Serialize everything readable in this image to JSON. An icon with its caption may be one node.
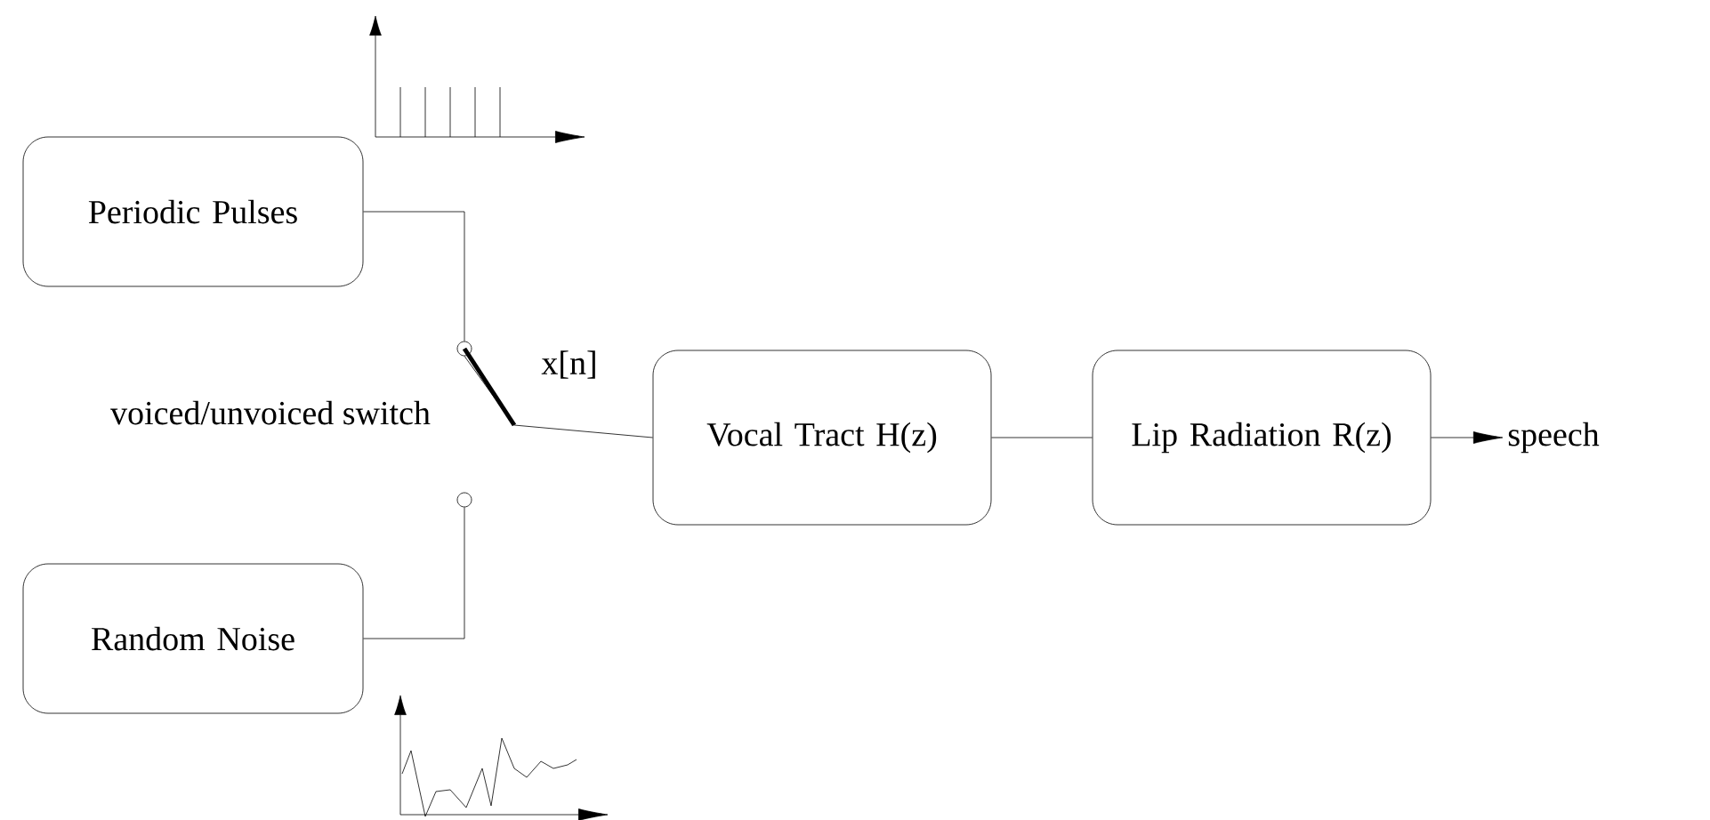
{
  "diagram": {
    "nodes": [
      {
        "text": [
          "Periodic Pulses"
        ]
      },
      {
        "text": [
          "Random Noise"
        ]
      },
      {
        "text": [],
        "shape": "circle"
      },
      {
        "text": [],
        "shape": "circle"
      },
      {
        "text": [
          "Vocal Tract H(z)"
        ]
      },
      {
        "text": [
          "Lip Radiation R(z)"
        ]
      },
      {
        "text": [
          "speech"
        ]
      }
    ],
    "edges": [
      {
        "from": 0,
        "to": 2,
        "arrow": "none"
      },
      {
        "from": 1,
        "to": 3,
        "arrow": "none"
      },
      {
        "from": 2,
        "to": 4,
        "arrow": "none",
        "label": "x[n]"
      },
      {
        "from": 4,
        "to": 5,
        "arrow": "none"
      },
      {
        "from": 5,
        "to": 6,
        "arrow": "to"
      }
    ],
    "labels": [
      "voiced/unvoiced switch"
    ]
  }
}
